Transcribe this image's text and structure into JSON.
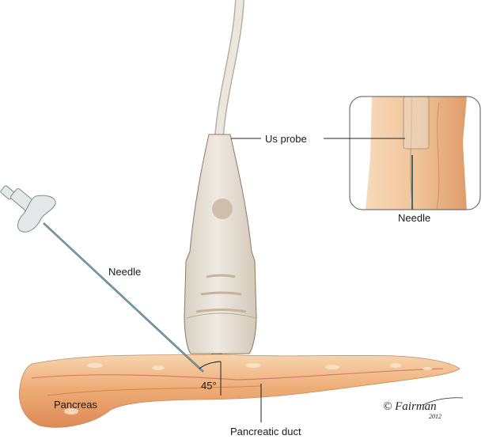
{
  "labels": {
    "probe": "Us probe",
    "needle_main": "Needle",
    "needle_inset": "Needle",
    "angle": "45°",
    "pancreas": "Pancreas",
    "duct": "Pancreatic duct"
  },
  "signature": {
    "text": "© Fairman",
    "year": "2012"
  },
  "colors": {
    "probe": "#e5ded2",
    "probe_outline": "#8a7a64",
    "needle": "#5f8593",
    "pancreas": "#eeae78",
    "pancreas_dark": "#d9824a"
  }
}
